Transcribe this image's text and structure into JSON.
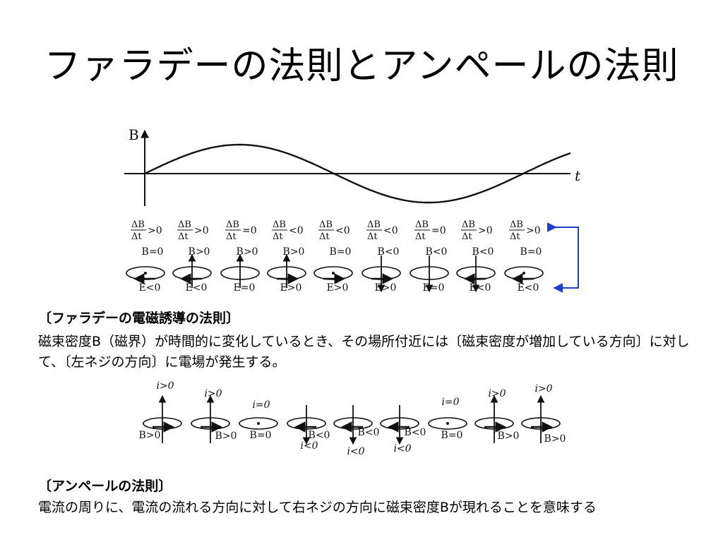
{
  "title": "ファラデーの法則とアンペールの法則",
  "faraday": {
    "heading": "〔ファラデーの電磁誘導の法則〕",
    "body": "磁束密度B（磁界）が時間的に変化しているとき、その場所付近には〔磁束密度が増加している方向〕に対して、〔左ネジの方向〕に電場が発生する。"
  },
  "ampere": {
    "heading": "〔アンペールの法則〕",
    "body": "電流の周りに、電流の流れる方向に対して右ネジの方向に磁束密度Bが現れることを意味する"
  },
  "wave_plot": {
    "y_label": "B",
    "x_label": "t",
    "curve": "sine",
    "arrow_color": "#1f3fd1"
  },
  "faraday_figure": {
    "derivatives": [
      "ΔB/Δt>0",
      "ΔB/Δt>0",
      "ΔB/Δt=0",
      "ΔB/Δt<0",
      "ΔB/Δt<0",
      "ΔB/Δt<0",
      "ΔB/Δt=0",
      "ΔB/Δt>0",
      "ΔB/Δt>0"
    ],
    "derivative_signs": [
      ">0",
      ">0",
      "=0",
      "<0",
      "<0",
      "<0",
      "=0",
      ">0",
      ">0"
    ],
    "b_labels": [
      "B=0",
      "B>0",
      "B>0",
      "B>0",
      "B=0",
      "B<0",
      "B<0",
      "B<0",
      "B=0"
    ],
    "e_labels": [
      "E<0",
      "E<0",
      "E=0",
      "E>0",
      "E>0",
      "E>0",
      "E=0",
      "E<0",
      "E<0"
    ]
  },
  "ampere_figure": {
    "current_labels": [
      "i>0",
      "i>0",
      "i=0",
      "i<0",
      "i<0",
      "i<0",
      "i=0",
      "i>0",
      "i>0"
    ],
    "b_labels": [
      "B>0",
      "B>0",
      "B=0",
      "B<0",
      "B<0",
      "B<0",
      "B=0",
      "B>0",
      "B>0"
    ]
  }
}
